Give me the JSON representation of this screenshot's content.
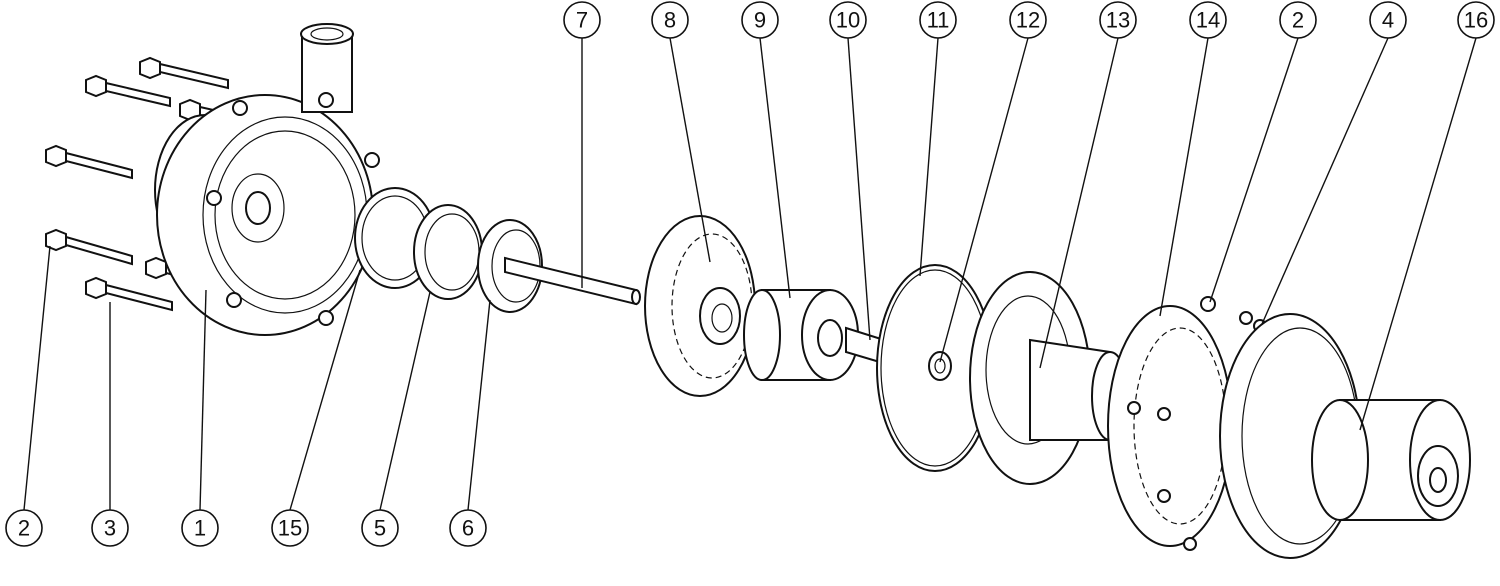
{
  "figure": {
    "style": "exploded-view line drawing",
    "colors": {
      "line": "#111111",
      "background": "#ffffff"
    }
  },
  "callouts": {
    "c7": "7",
    "c8": "8",
    "c9": "9",
    "c10": "10",
    "c11": "11",
    "c12": "12",
    "c13": "13",
    "c14": "14",
    "c2_top": "2",
    "c4": "4",
    "c16": "16",
    "c2_bottom": "2",
    "c3": "3",
    "c1": "1",
    "c15": "15",
    "c5": "5",
    "c6": "6"
  }
}
